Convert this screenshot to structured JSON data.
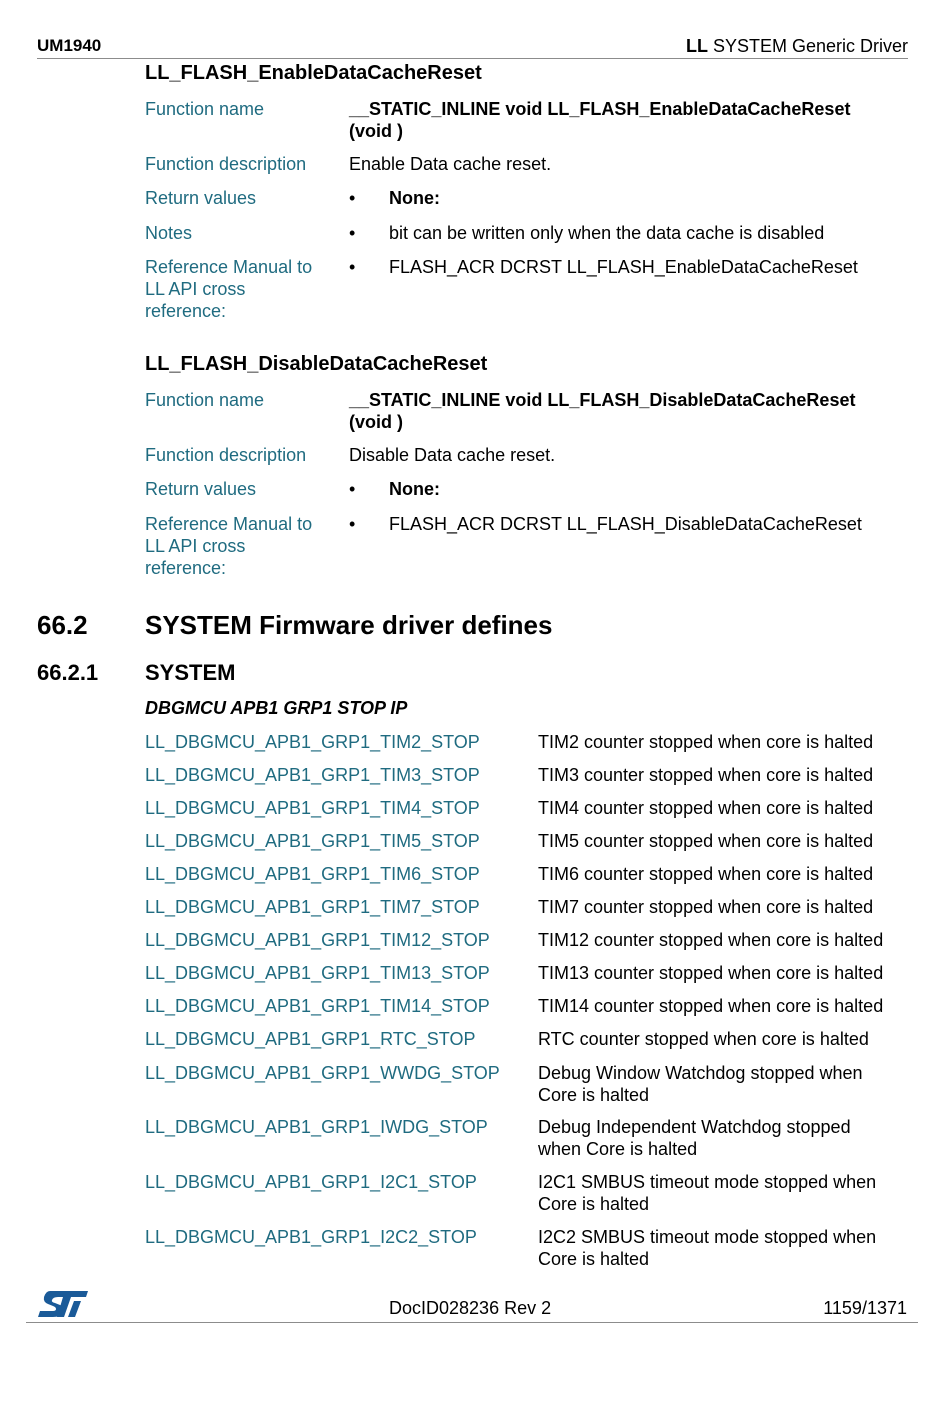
{
  "header": {
    "doc_code": "UM1940",
    "section_prefix": "LL",
    "section_rest": " SYSTEM Generic Driver"
  },
  "enable_reset": {
    "title": "LL_FLASH_EnableDataCacheReset",
    "function_name_label": "Function name",
    "function_name_line1": "__STATIC_INLINE void LL_FLASH_EnableDataCacheReset",
    "function_name_line2": "(void )",
    "function_description_label": "Function description",
    "function_description": "Enable Data cache reset.",
    "return_values_label": "Return values",
    "return_value": "None:",
    "notes_label": "Notes",
    "note": "bit can be written only when the data cache is disabled",
    "ref_label_line1": "Reference Manual to",
    "ref_label_line2": "LL API cross",
    "ref_label_line3": "reference:",
    "ref_value": "FLASH_ACR DCRST LL_FLASH_EnableDataCacheReset"
  },
  "disable_reset": {
    "title": "LL_FLASH_DisableDataCacheReset",
    "function_name_label": "Function name",
    "function_name_line1": "__STATIC_INLINE void LL_FLASH_DisableDataCacheReset",
    "function_name_line2": "(void )",
    "function_description_label": "Function description",
    "function_description": "Disable Data cache reset.",
    "return_values_label": "Return values",
    "return_value": "None:",
    "ref_label_line1": "Reference Manual to",
    "ref_label_line2": "LL API cross",
    "ref_label_line3": "reference:",
    "ref_value": "FLASH_ACR DCRST LL_FLASH_DisableDataCacheReset"
  },
  "section": {
    "number": "66.2",
    "title": "SYSTEM Firmware driver defines"
  },
  "subsection": {
    "number": "66.2.1",
    "title": "SYSTEM"
  },
  "group_title": "DBGMCU APB1 GRP1 STOP IP",
  "bullet": "•",
  "defines": [
    {
      "name": "LL_DBGMCU_APB1_GRP1_TIM2_STOP",
      "desc1": "TIM2 counter stopped when core is halted",
      "desc2": ""
    },
    {
      "name": "LL_DBGMCU_APB1_GRP1_TIM3_STOP",
      "desc1": "TIM3 counter stopped when core is halted",
      "desc2": ""
    },
    {
      "name": "LL_DBGMCU_APB1_GRP1_TIM4_STOP",
      "desc1": "TIM4 counter stopped when core is halted",
      "desc2": ""
    },
    {
      "name": "LL_DBGMCU_APB1_GRP1_TIM5_STOP",
      "desc1": "TIM5 counter stopped when core is halted",
      "desc2": ""
    },
    {
      "name": "LL_DBGMCU_APB1_GRP1_TIM6_STOP",
      "desc1": "TIM6 counter stopped when core is halted",
      "desc2": ""
    },
    {
      "name": "LL_DBGMCU_APB1_GRP1_TIM7_STOP",
      "desc1": "TIM7 counter stopped when core is halted",
      "desc2": ""
    },
    {
      "name": "LL_DBGMCU_APB1_GRP1_TIM12_STOP",
      "desc1": "TIM12 counter stopped when core is halted",
      "desc2": ""
    },
    {
      "name": "LL_DBGMCU_APB1_GRP1_TIM13_STOP",
      "desc1": "TIM13 counter stopped when core is halted",
      "desc2": ""
    },
    {
      "name": "LL_DBGMCU_APB1_GRP1_TIM14_STOP",
      "desc1": "TIM14 counter stopped when core is halted",
      "desc2": ""
    },
    {
      "name": "LL_DBGMCU_APB1_GRP1_RTC_STOP",
      "desc1": "RTC counter stopped when core is halted",
      "desc2": ""
    },
    {
      "name": "LL_DBGMCU_APB1_GRP1_WWDG_STOP",
      "desc1": "Debug Window Watchdog stopped when",
      "desc2": "Core is halted"
    },
    {
      "name": "LL_DBGMCU_APB1_GRP1_IWDG_STOP",
      "desc1": "Debug Independent Watchdog stopped",
      "desc2": "when Core is halted"
    },
    {
      "name": "LL_DBGMCU_APB1_GRP1_I2C1_STOP",
      "desc1": "I2C1 SMBUS timeout mode stopped when",
      "desc2": "Core is halted"
    },
    {
      "name": "LL_DBGMCU_APB1_GRP1_I2C2_STOP",
      "desc1": "I2C2 SMBUS timeout mode stopped when",
      "desc2": "Core is halted"
    }
  ],
  "footer": {
    "logo": "st-logo",
    "doc_id": "DocID028236 Rev 2",
    "page": "1159/1371"
  },
  "colors": {
    "label_teal": "#1f6b80",
    "logo_blue": "#1a5a98",
    "rule_gray": "#8c8c8c"
  }
}
